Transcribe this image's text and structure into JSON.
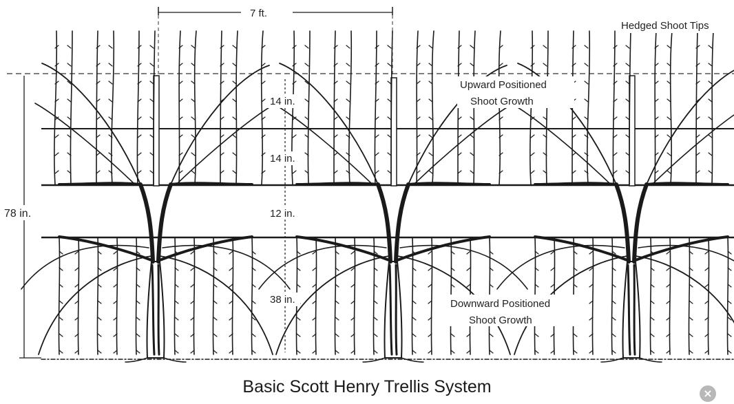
{
  "diagram": {
    "labels": {
      "width": "7 ft.",
      "tips": "Hedged Shoot Tips",
      "upward1": "Upward Positioned",
      "upward2": "Shoot Growth",
      "downward1": "Downward Positioned",
      "downward2": "Shoot Growth",
      "height": "78 in.",
      "gap1": "14 in.",
      "gap2": "14 in.",
      "gap3": "12 in.",
      "gap4": "38 in."
    }
  },
  "caption": "Basic Scott Henry Trellis System",
  "close_icon": "×"
}
